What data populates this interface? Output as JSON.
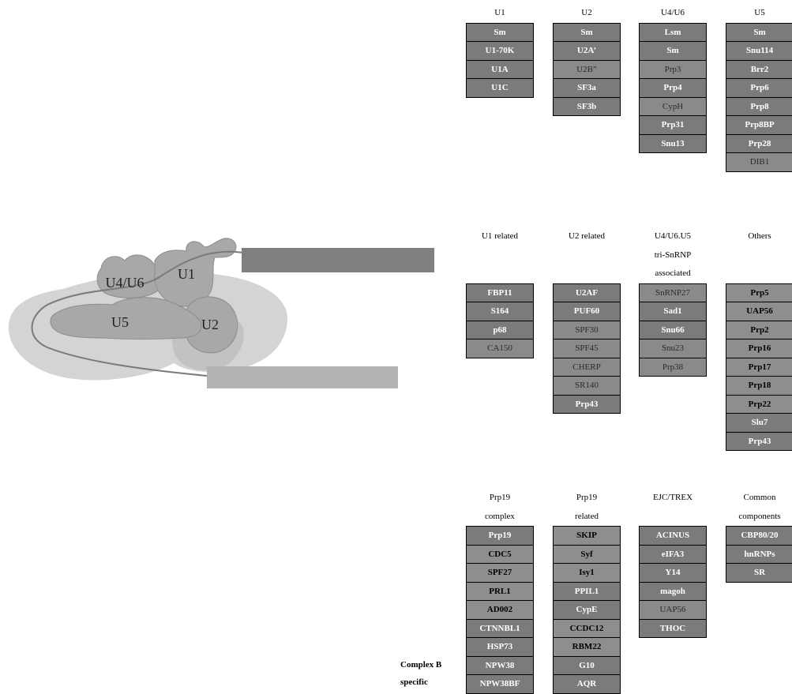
{
  "colors": {
    "spliceosome_outer": "#d4d4d4",
    "spliceosome_inner": "#bebebe",
    "snrnp_fill": "#a8a8a8",
    "rna_line": "#7a7a7a",
    "bar_upper": "#7f7f7f",
    "bar_lower": "#b3b3b3",
    "cell_dark": "#7b7b7b",
    "cell_medium": "#8e8e8e",
    "cell_light": "#8a8a8a"
  },
  "diagram": {
    "labels": {
      "u4u6": "U4/U6",
      "u1": "U1",
      "u5": "U5",
      "u2": "U2"
    }
  },
  "side_label": {
    "line1": "Complex B",
    "line2": "specific"
  },
  "groups": [
    {
      "key": "u1",
      "header": [
        "U1"
      ],
      "items": [
        {
          "name": "Sm",
          "style": "dark"
        },
        {
          "name": "U1-70K",
          "style": "dark"
        },
        {
          "name": "U1A",
          "style": "dark"
        },
        {
          "name": "U1C",
          "style": "dark"
        }
      ]
    },
    {
      "key": "u2",
      "header": [
        "U2"
      ],
      "items": [
        {
          "name": "Sm",
          "style": "dark"
        },
        {
          "name": "U2A’",
          "style": "dark"
        },
        {
          "name": "U2B”",
          "style": "light"
        },
        {
          "name": "SF3a",
          "style": "dark"
        },
        {
          "name": "SF3b",
          "style": "dark"
        }
      ]
    },
    {
      "key": "u4u6",
      "header": [
        "U4/U6"
      ],
      "items": [
        {
          "name": "Lsm",
          "style": "dark"
        },
        {
          "name": "Sm",
          "style": "dark"
        },
        {
          "name": "Prp3",
          "style": "light"
        },
        {
          "name": "Prp4",
          "style": "dark"
        },
        {
          "name": "CypH",
          "style": "light"
        },
        {
          "name": "Prp31",
          "style": "dark"
        },
        {
          "name": "Snu13",
          "style": "dark"
        }
      ]
    },
    {
      "key": "u5",
      "header": [
        "U5"
      ],
      "items": [
        {
          "name": "Sm",
          "style": "dark"
        },
        {
          "name": "Snu114",
          "style": "dark"
        },
        {
          "name": "Brr2",
          "style": "dark"
        },
        {
          "name": "Prp6",
          "style": "dark"
        },
        {
          "name": "Prp8",
          "style": "dark"
        },
        {
          "name": "Prp8BP",
          "style": "dark"
        },
        {
          "name": "Prp28",
          "style": "dark"
        },
        {
          "name": "DIB1",
          "style": "light"
        }
      ]
    },
    {
      "key": "u1-related",
      "header": [
        "U1 related"
      ],
      "items": [
        {
          "name": "FBP11",
          "style": "dark"
        },
        {
          "name": "S164",
          "style": "dark"
        },
        {
          "name": "p68",
          "style": "dark"
        },
        {
          "name": "CA150",
          "style": "light"
        }
      ]
    },
    {
      "key": "u2-related",
      "header": [
        "U2 related"
      ],
      "items": [
        {
          "name": "U2AF",
          "style": "dark"
        },
        {
          "name": "PUF60",
          "style": "dark"
        },
        {
          "name": "SPF30",
          "style": "light"
        },
        {
          "name": "SPF45",
          "style": "light"
        },
        {
          "name": "CHERP",
          "style": "light"
        },
        {
          "name": "SR140",
          "style": "light"
        },
        {
          "name": "Prp43",
          "style": "dark"
        }
      ]
    },
    {
      "key": "tri-snrnp",
      "header": [
        "U4/U6.U5",
        "tri-SnRNP",
        "associated"
      ],
      "items": [
        {
          "name": "SnRNP27",
          "style": "light"
        },
        {
          "name": "Sad1",
          "style": "dark"
        },
        {
          "name": "Snu66",
          "style": "dark"
        },
        {
          "name": "Snu23",
          "style": "light"
        },
        {
          "name": "Prp38",
          "style": "light"
        }
      ]
    },
    {
      "key": "others",
      "header": [
        "Others"
      ],
      "items": [
        {
          "name": "Prp5",
          "style": "med"
        },
        {
          "name": "UAP56",
          "style": "med"
        },
        {
          "name": "Prp2",
          "style": "med"
        },
        {
          "name": "Prp16",
          "style": "med"
        },
        {
          "name": "Prp17",
          "style": "med"
        },
        {
          "name": "Prp18",
          "style": "med"
        },
        {
          "name": "Prp22",
          "style": "med"
        },
        {
          "name": "Slu7",
          "style": "dark"
        },
        {
          "name": "Prp43",
          "style": "dark"
        }
      ]
    },
    {
      "key": "prp19-complex",
      "header": [
        "Prp19",
        "complex"
      ],
      "items": [
        {
          "name": "Prp19",
          "style": "dark"
        },
        {
          "name": "CDC5",
          "style": "med"
        },
        {
          "name": "SPF27",
          "style": "med"
        },
        {
          "name": "PRL1",
          "style": "med"
        },
        {
          "name": "AD002",
          "style": "med"
        },
        {
          "name": "CTNNBL1",
          "style": "dark"
        },
        {
          "name": "HSP73",
          "style": "dark"
        },
        {
          "name": "NPW38",
          "style": "dark"
        },
        {
          "name": "NPW38BF",
          "style": "dark"
        }
      ]
    },
    {
      "key": "prp19-related",
      "header": [
        "Prp19",
        "related"
      ],
      "items": [
        {
          "name": "SKIP",
          "style": "med"
        },
        {
          "name": "Syf",
          "style": "med"
        },
        {
          "name": "Isy1",
          "style": "med"
        },
        {
          "name": "PPIL1",
          "style": "dark"
        },
        {
          "name": "CypE",
          "style": "dark"
        },
        {
          "name": "CCDC12",
          "style": "med"
        },
        {
          "name": "RBM22",
          "style": "med"
        },
        {
          "name": "G10",
          "style": "dark"
        },
        {
          "name": "AQR",
          "style": "dark"
        }
      ]
    },
    {
      "key": "ejc-trex",
      "header": [
        "EJC/TREX"
      ],
      "items": [
        {
          "name": "ACINUS",
          "style": "dark"
        },
        {
          "name": "eIFA3",
          "style": "dark"
        },
        {
          "name": "Y14",
          "style": "dark"
        },
        {
          "name": "magoh",
          "style": "dark"
        },
        {
          "name": "UAP56",
          "style": "light"
        },
        {
          "name": "THOC",
          "style": "dark"
        }
      ]
    },
    {
      "key": "common",
      "header": [
        "Common",
        "components"
      ],
      "items": [
        {
          "name": "CBP80/20",
          "style": "dark"
        },
        {
          "name": "hnRNPs",
          "style": "dark"
        },
        {
          "name": "SR",
          "style": "dark"
        }
      ]
    }
  ]
}
